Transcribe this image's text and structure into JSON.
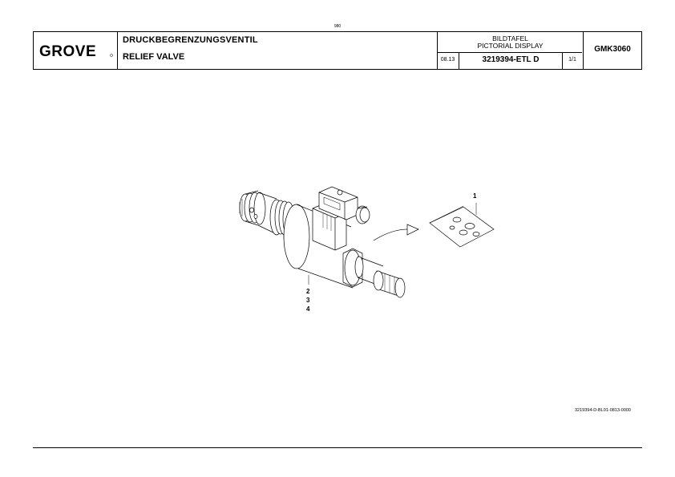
{
  "page_number": "980",
  "header": {
    "logo_text": "GROVE",
    "title_de": "DRUCKBEGRENZUNGSVENTIL",
    "title_en": "RELIEF VALVE",
    "label_de": "BILDTAFEL",
    "label_en": "PICTORIAL DISPLAY",
    "date": "08.13",
    "part_number": "3219394-ETL D",
    "sheet": "1/1",
    "model": "GMK3060"
  },
  "callouts": {
    "kit": "1",
    "body_a": "2",
    "body_b": "3",
    "body_c": "4"
  },
  "reference_code": "3219394-D-BL01-0813-0000"
}
